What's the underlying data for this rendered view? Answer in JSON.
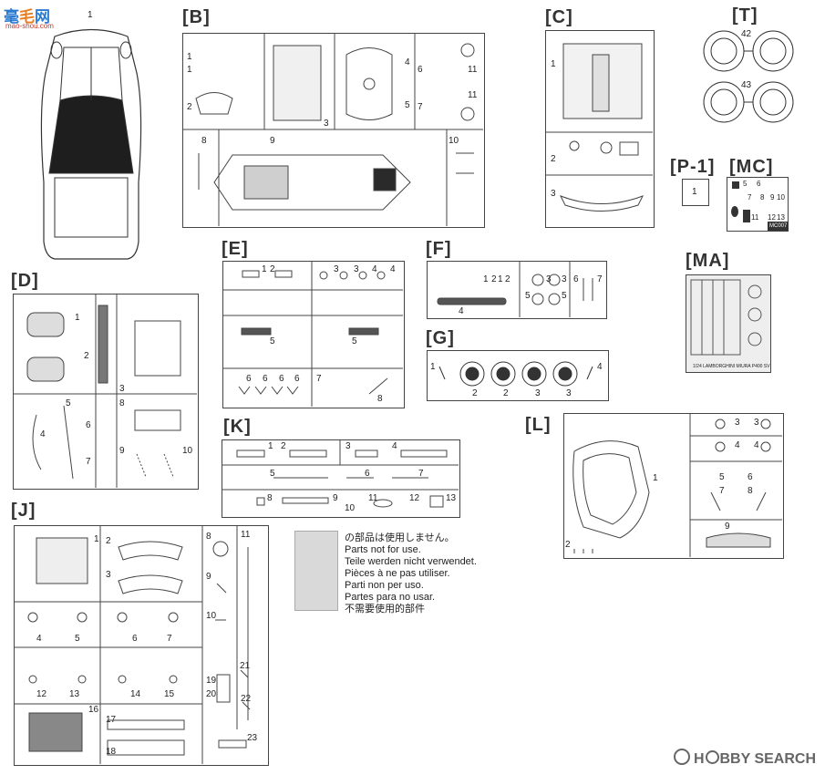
{
  "watermark": {
    "logo": "毫毛网",
    "site": "mao-shou.com"
  },
  "car_body": {
    "number": "1"
  },
  "sections": {
    "B": {
      "label": "[B]",
      "parts": [
        "1",
        "1",
        "2",
        "3",
        "4",
        "5",
        "6",
        "7",
        "8",
        "9",
        "10",
        "11",
        "11"
      ]
    },
    "C": {
      "label": "[C]",
      "parts": [
        "1",
        "2",
        "3"
      ]
    },
    "T": {
      "label": "[T]",
      "parts": [
        "42",
        "43"
      ]
    },
    "P1": {
      "label": "[P-1]",
      "parts": [
        "1"
      ]
    },
    "MC": {
      "label": "[MC]",
      "marks": [
        "5",
        "6",
        "7",
        "8",
        "9",
        "10",
        "11",
        "12",
        "13"
      ],
      "code": "MC007"
    },
    "MA": {
      "label": "[MA]",
      "caption": "1/24 LAMBORGHINI MIURA P400 SV"
    },
    "D": {
      "label": "[D]",
      "parts": [
        "1",
        "2",
        "3",
        "4",
        "5",
        "6",
        "7",
        "8",
        "9",
        "10"
      ]
    },
    "E": {
      "label": "[E]",
      "parts": [
        "1",
        "2",
        "3",
        "3",
        "4",
        "4",
        "5",
        "5",
        "6",
        "6",
        "6",
        "6",
        "7",
        "8"
      ]
    },
    "F": {
      "label": "[F]",
      "parts": [
        "1",
        "1",
        "2",
        "2",
        "3",
        "3",
        "4",
        "5",
        "5",
        "6",
        "7"
      ]
    },
    "G": {
      "label": "[G]",
      "parts": [
        "1",
        "2",
        "2",
        "3",
        "3",
        "4"
      ]
    },
    "K": {
      "label": "[K]",
      "parts": [
        "1",
        "2",
        "3",
        "4",
        "5",
        "6",
        "7",
        "8",
        "9",
        "10",
        "11",
        "12",
        "13"
      ]
    },
    "L": {
      "label": "[L]",
      "parts": [
        "1",
        "2",
        "3",
        "3",
        "4",
        "4",
        "5",
        "6",
        "7",
        "8",
        "9"
      ]
    },
    "J": {
      "label": "[J]",
      "parts": [
        "1",
        "2",
        "3",
        "4",
        "5",
        "6",
        "7",
        "8",
        "9",
        "10",
        "11",
        "12",
        "13",
        "14",
        "15",
        "16",
        "17",
        "18",
        "19",
        "20",
        "21",
        "22",
        "23"
      ]
    }
  },
  "not_used_note": [
    "の部品は使用しません。",
    "Parts not for use.",
    "Teile werden nicht verwendet.",
    "Pièces à ne pas utiliser.",
    "Parti non per uso.",
    "Partes para no usar.",
    "不需要使用的部件"
  ],
  "footer": {
    "brand": "H BBY SEARCH",
    "brand_prefix": "H",
    "brand_rest": "BBY SEARCH"
  }
}
